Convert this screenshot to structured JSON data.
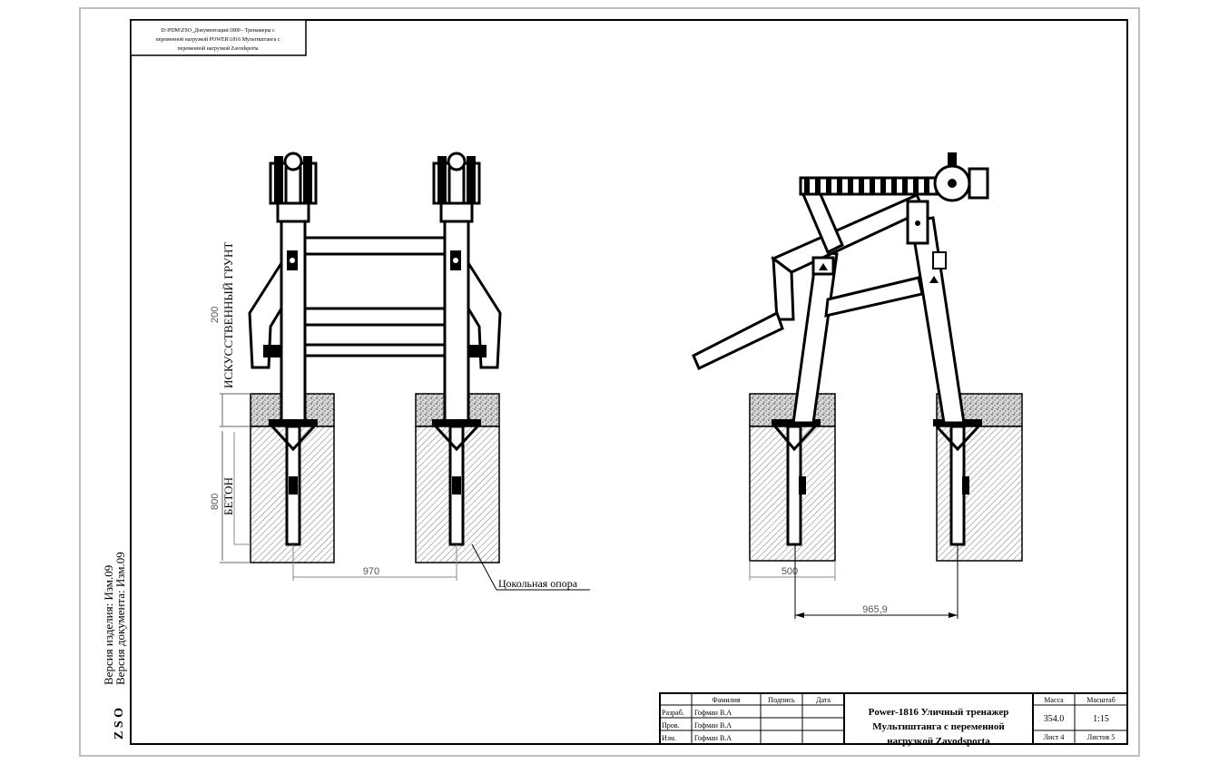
{
  "header_path": [
    "D:\\PDM\\ZSO_Документация\\1800 - Тренажеры с",
    "переменной нагрузкой POWER\\1816 Мультиштанга с",
    "переменной нагрузкой Zavodsporta"
  ],
  "dimensions": {
    "ground_height": "200",
    "ground_label": "ИСКУССТВЕННЫЙ ГРУНТ",
    "concrete_height": "800",
    "concrete_label": "БЕТОН",
    "front_spacing": "970",
    "side_width": "500",
    "side_spacing": "965,9",
    "callout": "Цокольная опора"
  },
  "side_labels": {
    "version_item": "Версия изделия: Изм.09",
    "version_doc": "Версия документа: Изм.09",
    "brand": "Z S O"
  },
  "title_block": {
    "headers": {
      "surname": "Фамилия",
      "signature": "Подпись",
      "date": "Дата"
    },
    "rows": [
      {
        "role": "Разраб.",
        "name": "Гофман В.А"
      },
      {
        "role": "Пров.",
        "name": "Гофман В.А"
      },
      {
        "role": "Изм.",
        "name": "Гофман В.А"
      }
    ],
    "title_lines": [
      "Power-1816 Уличный тренажер",
      "Мультиштанга с переменной",
      "нагрузкой Zavodsporta"
    ],
    "mass_label": "Масса",
    "mass": "354.0",
    "scale_label": "Масштаб",
    "scale": "1:15",
    "sheet": "Лист 4",
    "sheets": "Листов 5"
  }
}
